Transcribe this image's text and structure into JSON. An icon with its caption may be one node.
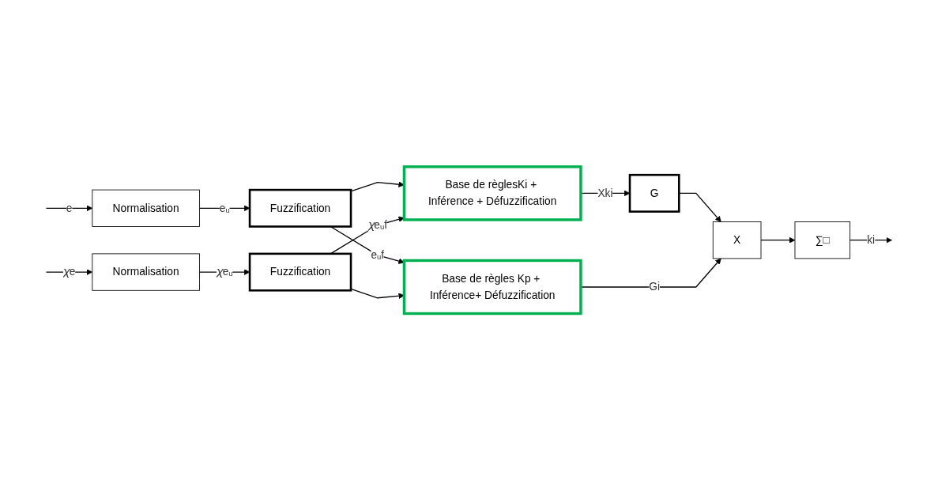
{
  "diagram": {
    "nodes": [
      {
        "text": [
          "Normalisation"
        ]
      },
      {
        "text": [
          "Fuzzification"
        ]
      },
      {
        "text": [
          "Base de règles Kp + Inférence+ Défuzzification"
        ]
      },
      {
        "text": [
          "Normalisation"
        ]
      },
      {
        "text": [
          "Fuzzification"
        ]
      },
      {
        "text": [
          "Base de règlesKi + Inférence + Défuzzification"
        ]
      },
      {
        "text": [
          "G"
        ]
      },
      {
        "text": [
          "X"
        ]
      },
      {
        "text": [
          "∑□"
        ]
      }
    ],
    "edges": [
      {
        "from": null,
        "to": 0,
        "arrow": "to",
        "label": "e"
      },
      {
        "from": 0,
        "to": 1,
        "arrow": "to",
        "label": "eᵤ"
      },
      {
        "from": 1,
        "to": 2,
        "arrow": "to",
        "label": "eᵤf"
      },
      {
        "from": 1,
        "to": 5,
        "arrow": "to"
      },
      {
        "from": null,
        "to": 3,
        "arrow": "to",
        "label": "𝜒e"
      },
      {
        "from": 3,
        "to": 4,
        "arrow": "to",
        "label": "𝜒eᵤ"
      },
      {
        "from": 4,
        "to": 2,
        "arrow": "to"
      },
      {
        "from": 4,
        "to": 5,
        "arrow": "to",
        "label": "𝜒eᵤf"
      },
      {
        "from": 5,
        "to": 6,
        "arrow": "to",
        "label": "Χki"
      },
      {
        "from": 6,
        "to": 7,
        "arrow": "to"
      },
      {
        "from": 2,
        "to": 7,
        "arrow": "to",
        "label": "Gi"
      },
      {
        "from": 7,
        "to": 8,
        "arrow": "to"
      },
      {
        "from": 8,
        "to": null,
        "arrow": "to",
        "label": "ki"
      }
    ]
  }
}
